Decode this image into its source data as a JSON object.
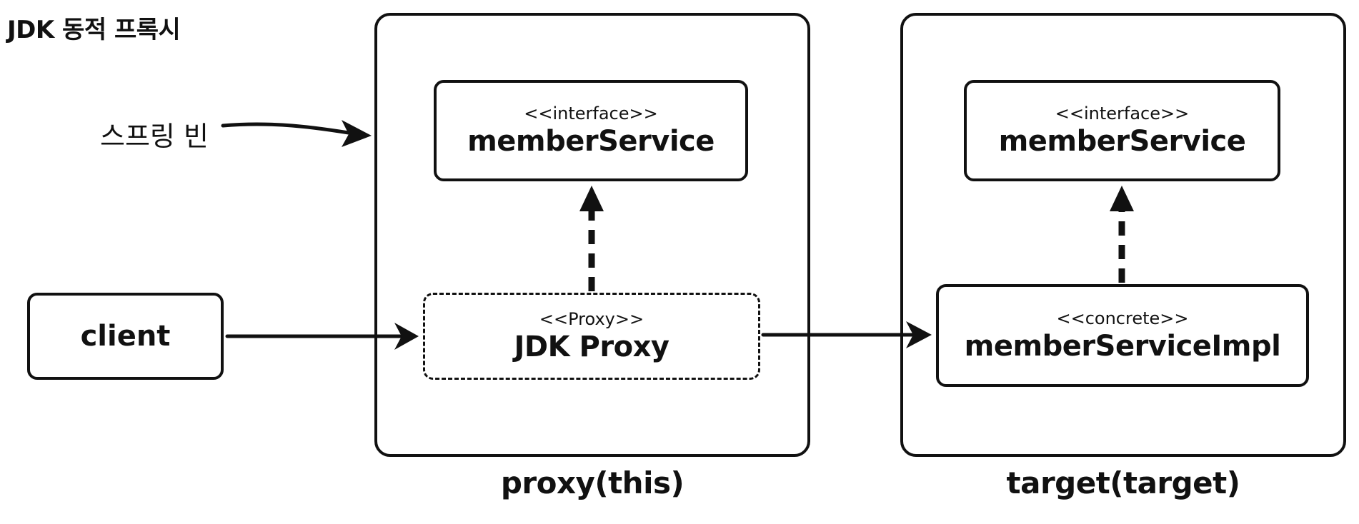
{
  "title": "JDK 동적 프록시",
  "spring_bean_label": "스프링 빈",
  "client": {
    "label": "client"
  },
  "proxy_group": {
    "caption": "proxy(this)",
    "interface_box": {
      "stereotype": "<<interface>>",
      "name": "memberService"
    },
    "proxy_box": {
      "stereotype": "<<Proxy>>",
      "name": "JDK Proxy"
    }
  },
  "target_group": {
    "caption": "target(target)",
    "interface_box": {
      "stereotype": "<<interface>>",
      "name": "memberService"
    },
    "impl_box": {
      "stereotype": "<<concrete>>",
      "name": "memberServiceImpl"
    }
  }
}
